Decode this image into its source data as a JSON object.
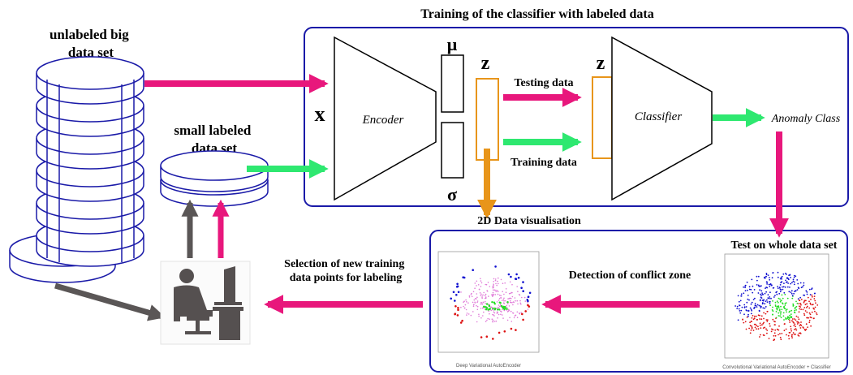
{
  "title": "Training of the classifier with labeled data",
  "datasets": {
    "unlabeled": [
      "unlabeled big",
      "data set"
    ],
    "labeled": [
      "small labeled",
      "data set"
    ]
  },
  "network": {
    "input": "x",
    "encoder": "Encoder",
    "mu": "μ",
    "sigma": "σ",
    "latent": "z",
    "latent2": "z",
    "testing": "Testing data",
    "training": "Training data",
    "classifier": "Classifier",
    "output": "Anomaly Class"
  },
  "bottom": {
    "visualisation": "2D Data visualisation",
    "test": "Test on whole data set",
    "conflict": "Detection of conflict zone",
    "selection": [
      "Selection of new training",
      "data points for labeling"
    ],
    "plot1_caption": "Deep Variational AutoEncoder",
    "plot2_caption": "Convolutional Variational AutoEncoder + Classifier"
  },
  "colors": {
    "frame": "#1a1aa8",
    "magenta": "#e8177c",
    "green": "#2ee870",
    "orange": "#e8951a",
    "gray": "#5a5656",
    "plot_blue": "#1010d0",
    "plot_green": "#22dd22",
    "plot_red": "#dd1111",
    "plot_pink": "#e07ad8"
  }
}
